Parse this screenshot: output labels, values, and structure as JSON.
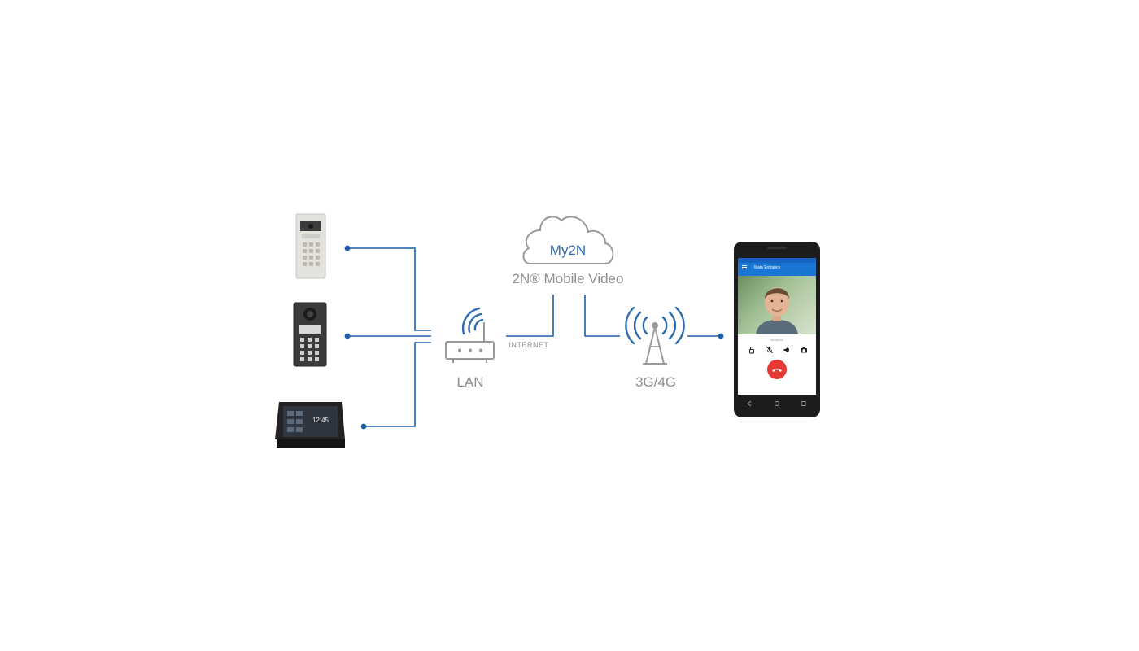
{
  "diagram": {
    "cloud_label": "My2N",
    "service_label": "2N® Mobile Video",
    "router_label": "LAN",
    "internet_label": "INTERNET",
    "tower_label": "3G/4G"
  },
  "devices": [
    {
      "name": "intercom-keypad-silver"
    },
    {
      "name": "intercom-keypad-dark"
    },
    {
      "name": "indoor-touch-display",
      "clock": "12:45"
    }
  ],
  "phone": {
    "app_title": "Main Entrance",
    "call_timer": "00:00:25",
    "controls": [
      "lock-icon",
      "mute-icon",
      "speaker-icon",
      "camera-icon"
    ]
  },
  "colors": {
    "line": "#1f5ea8",
    "accent": "#2b6cb0",
    "gray": "#9a9a9a",
    "hangup": "#e53935"
  }
}
